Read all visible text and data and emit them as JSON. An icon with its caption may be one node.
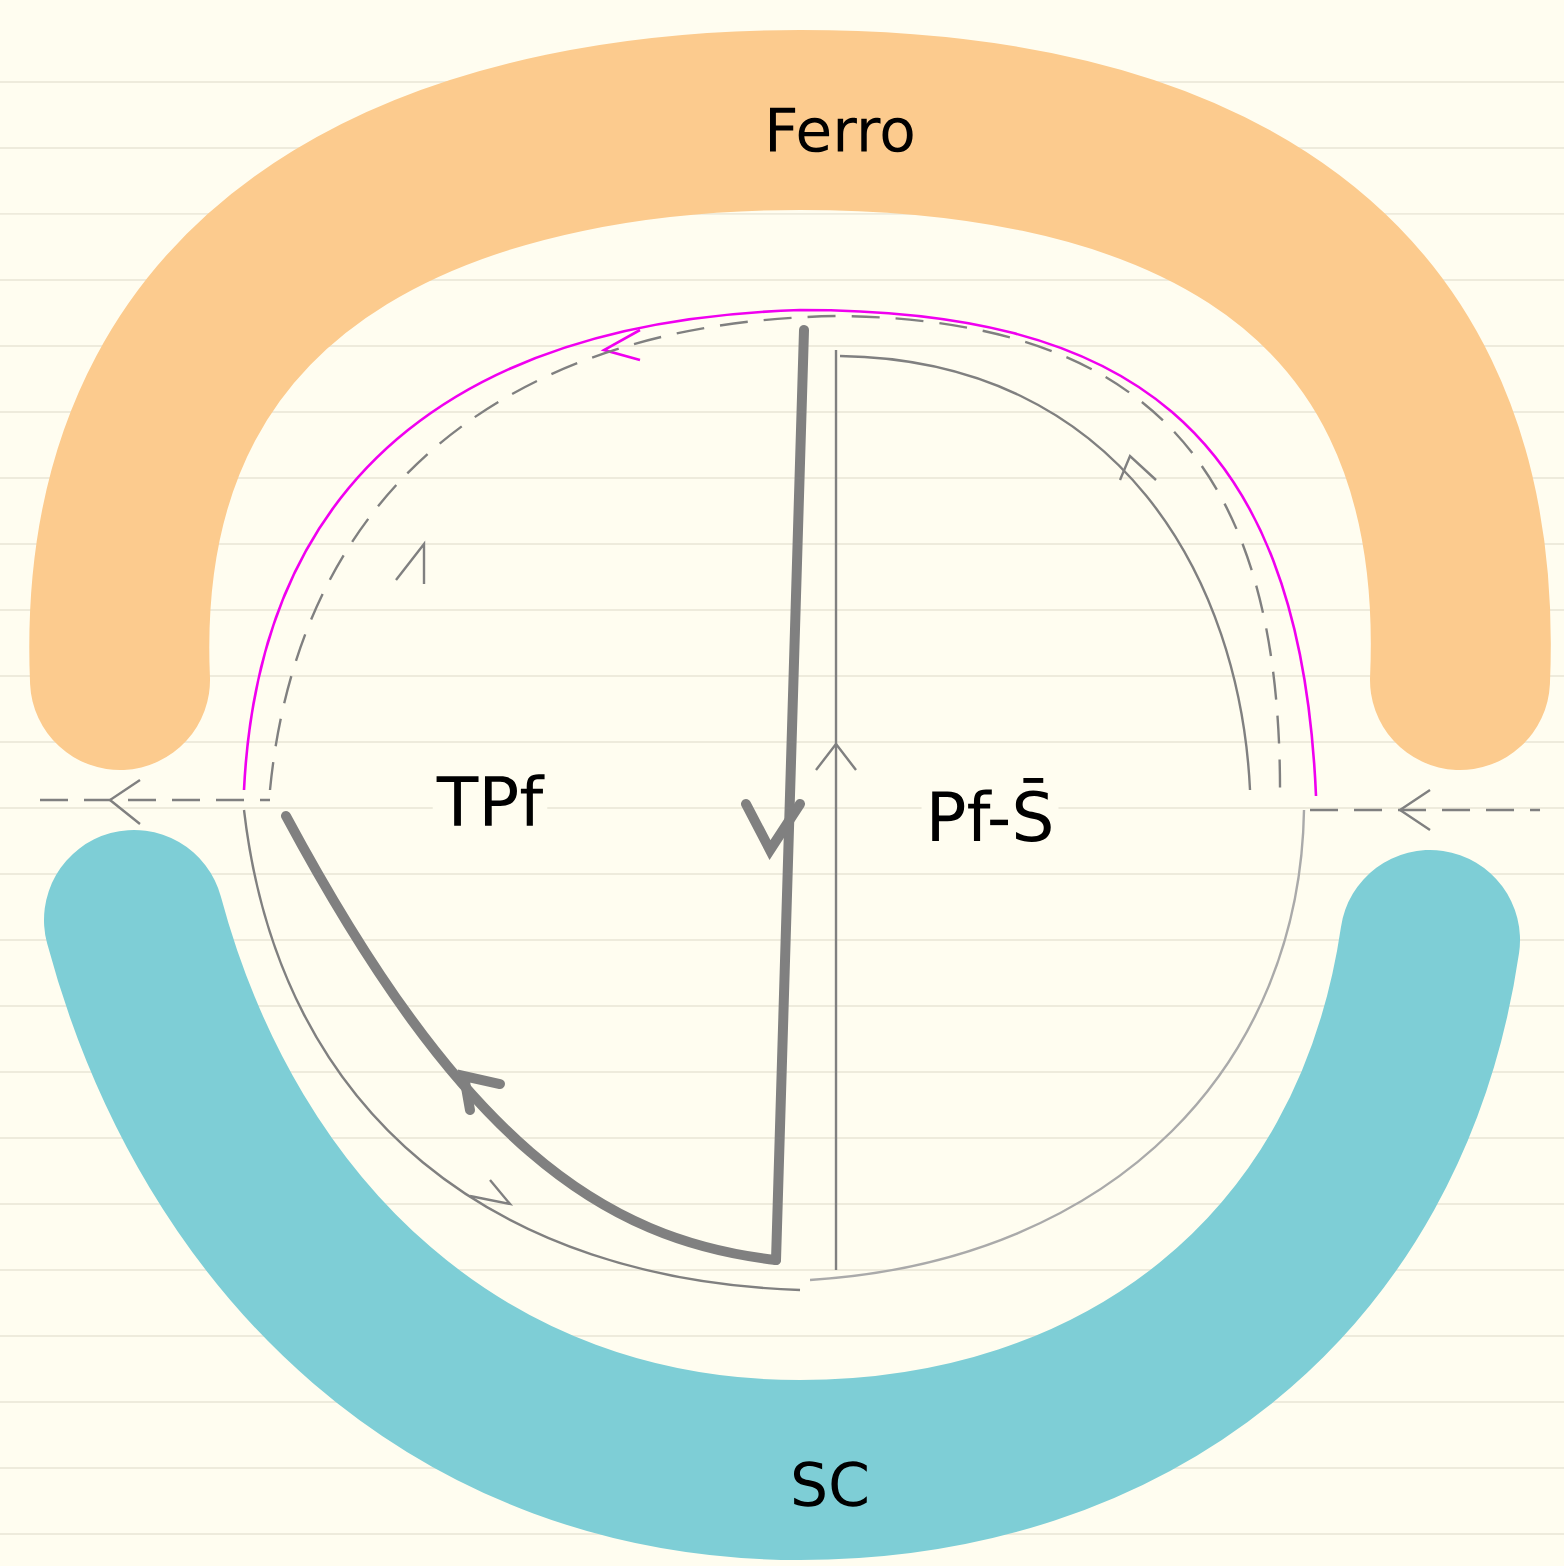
{
  "diagram": {
    "nodes": [
      {
        "text": [
          "Ferro"
        ]
      },
      {
        "text": [
          "SC"
        ]
      }
    ],
    "labels": [
      "TPf",
      "Pf-S̄"
    ]
  }
}
